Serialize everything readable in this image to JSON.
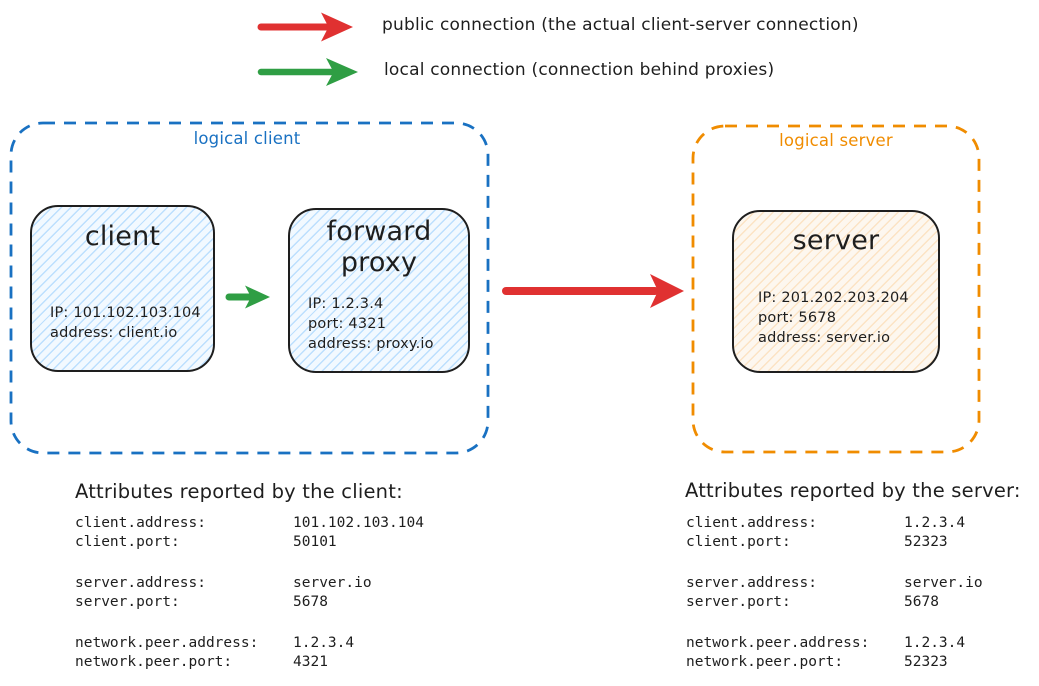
{
  "legend": {
    "public": {
      "label": "public connection (the actual client-server connection)",
      "color": "#e03131"
    },
    "local": {
      "label": "local connection (connection behind proxies)",
      "color": "#2f9e44"
    }
  },
  "logical_client": {
    "title": "logical client",
    "border_color": "#1971c2",
    "node_fill_line_color": "#a5d8ff",
    "client_node": {
      "title": "client",
      "lines": [
        "IP: 101.102.103.104",
        "address: client.io"
      ]
    },
    "proxy_node": {
      "title": "forward proxy",
      "lines": [
        "IP: 1.2.3.4",
        "port: 4321",
        "address: proxy.io"
      ]
    }
  },
  "logical_server": {
    "title": "logical server",
    "border_color": "#f08c00",
    "node_fill_line_color": "#ffd8a8",
    "server_node": {
      "title": "server",
      "lines": [
        "IP: 201.202.203.204",
        "port: 5678",
        "address: server.io"
      ]
    }
  },
  "client_attributes": {
    "heading": "Attributes reported by the client:",
    "groups": [
      [
        {
          "key": "client.address:",
          "value": "101.102.103.104"
        },
        {
          "key": "client.port:",
          "value": "50101"
        }
      ],
      [
        {
          "key": "server.address:",
          "value": "server.io"
        },
        {
          "key": "server.port:",
          "value": "5678"
        }
      ],
      [
        {
          "key": "network.peer.address:",
          "value": "1.2.3.4"
        },
        {
          "key": "network.peer.port:",
          "value": "4321"
        }
      ]
    ]
  },
  "server_attributes": {
    "heading": "Attributes reported by the server:",
    "groups": [
      [
        {
          "key": "client.address:",
          "value": "1.2.3.4"
        },
        {
          "key": "client.port:",
          "value": "52323"
        }
      ],
      [
        {
          "key": "server.address:",
          "value": "server.io"
        },
        {
          "key": "server.port:",
          "value": "5678"
        }
      ],
      [
        {
          "key": "network.peer.address:",
          "value": "1.2.3.4"
        },
        {
          "key": "network.peer.port:",
          "value": "52323"
        }
      ]
    ]
  }
}
